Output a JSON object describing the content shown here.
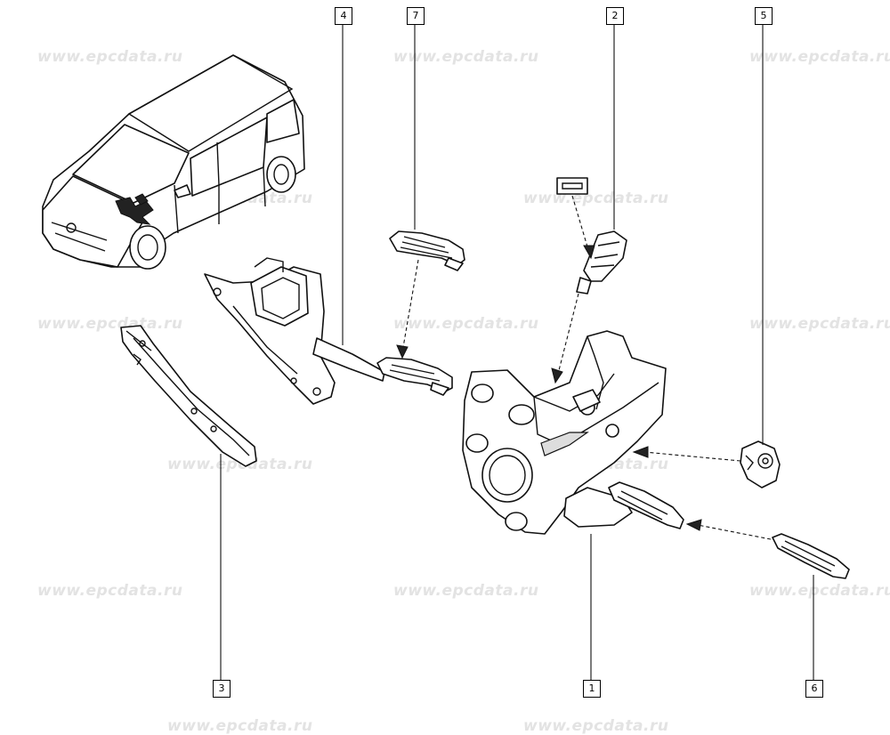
{
  "watermark": "www.epcdata.ru",
  "callouts": [
    {
      "id": "1",
      "label": "1"
    },
    {
      "id": "2",
      "label": "2"
    },
    {
      "id": "3",
      "label": "3"
    },
    {
      "id": "4",
      "label": "4"
    },
    {
      "id": "5",
      "label": "5"
    },
    {
      "id": "6",
      "label": "6"
    },
    {
      "id": "7",
      "label": "7"
    }
  ],
  "colors": {
    "line": "#111111",
    "watermark": "#e3e3e3",
    "background": "#ffffff"
  }
}
